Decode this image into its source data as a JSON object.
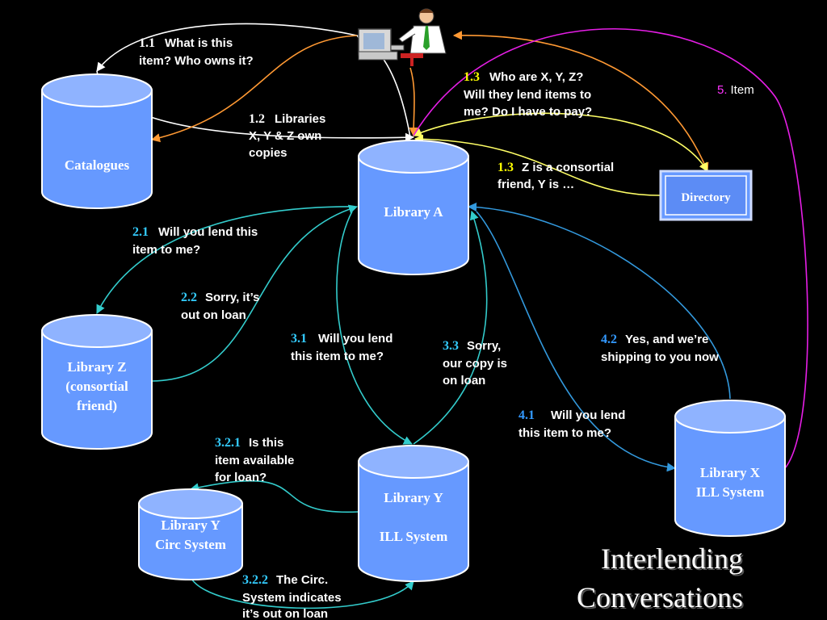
{
  "title": {
    "line1": "Interlending",
    "line2": "Conversations"
  },
  "nodes": {
    "catalogues": "Catalogues",
    "library_a": "Library A",
    "directory": "Directory",
    "library_z": [
      "Library Z",
      "(consortial",
      "friend)"
    ],
    "library_y_ill": [
      "Library Y",
      "ILL System"
    ],
    "library_y_circ": [
      "Library Y",
      "Circ System"
    ],
    "library_x": [
      "Library X",
      "ILL System"
    ]
  },
  "messages": {
    "m11": {
      "num": "1.1",
      "lines": [
        "What is this",
        "item?  Who owns it?"
      ]
    },
    "m12": {
      "num": "1.2",
      "lines": [
        "Libraries",
        "X, Y & Z own",
        "copies"
      ]
    },
    "m13a": {
      "num": "1.3",
      "lines": [
        "Who are X, Y, Z?",
        "Will they lend items to",
        "me?  Do I have to pay?"
      ]
    },
    "m13b": {
      "num": "1.3",
      "lines": [
        "Z is a consortial",
        "friend, Y is …"
      ]
    },
    "m5": {
      "num": "5.",
      "lines": [
        "Item"
      ]
    },
    "m21": {
      "num": "2.1",
      "lines": [
        "Will you lend this",
        "item to me?"
      ]
    },
    "m22": {
      "num": "2.2",
      "lines": [
        "Sorry, it’s",
        "out on loan"
      ]
    },
    "m31": {
      "num": "3.1",
      "lines": [
        "Will you lend",
        "this item to me?"
      ]
    },
    "m33": {
      "num": "3.3",
      "lines": [
        "Sorry,",
        "our copy is",
        "on loan"
      ]
    },
    "m42": {
      "num": "4.2",
      "lines": [
        "Yes, and we’re",
        "shipping to you now"
      ]
    },
    "m41": {
      "num": "4.1",
      "lines": [
        "Will you lend",
        "this item to me?"
      ]
    },
    "m321": {
      "num": "3.2.1",
      "lines": [
        "Is this",
        "item available",
        "for loan?"
      ]
    },
    "m322": {
      "num": "3.2.2",
      "lines": [
        "The Circ.",
        "System indicates",
        "it’s out on loan"
      ]
    }
  },
  "colors": {
    "cylinder_fill": "#6699ff",
    "cylinder_top": "#8fb3ff",
    "cylinder_stroke": "#ffffff",
    "white_arrow": "#ffffff",
    "orange": "#ff9933",
    "yellow": "#ffff66",
    "magenta": "#e61ee6",
    "cyan": "#33cccc",
    "blue": "#3399dd",
    "label_yellow": "#ffff00",
    "label_cyan": "#33ccff",
    "label_blue": "#3399ff",
    "label_magenta": "#ff33ff"
  },
  "icons": {
    "user": "user-at-computer-icon"
  }
}
